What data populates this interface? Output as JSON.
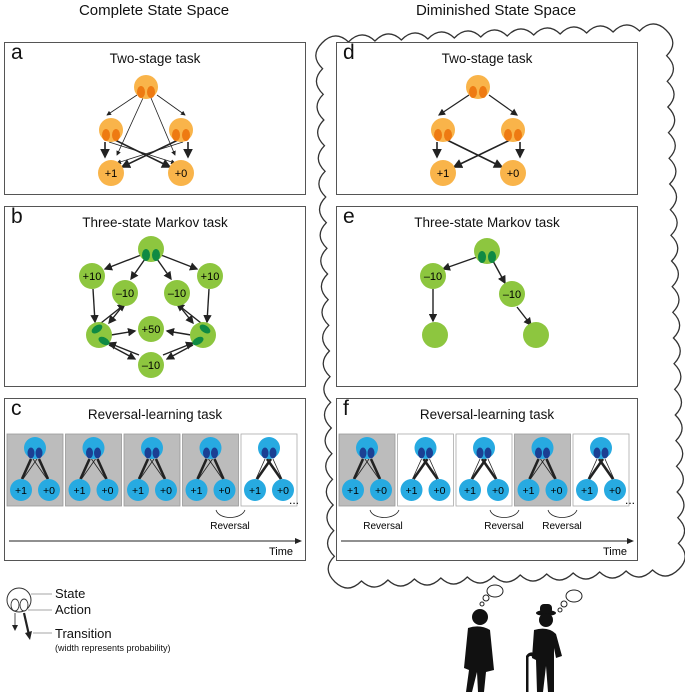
{
  "headers": {
    "left": "Complete State Space",
    "right": "Diminished State Space"
  },
  "panels": {
    "a": {
      "letter": "a",
      "title": "Two-stage task",
      "leaves": [
        "+1",
        "+0"
      ]
    },
    "b": {
      "letter": "b",
      "title": "Three-state Markov task",
      "values": [
        "+10",
        "+10",
        "–10",
        "–10",
        "+50",
        "–10"
      ]
    },
    "c": {
      "letter": "c",
      "title": "Reversal-learning task",
      "rewards": [
        "+1",
        "+0"
      ],
      "reversal": "Reversal",
      "ellipsis": "...",
      "time": "Time"
    },
    "d": {
      "letter": "d",
      "title": "Two-stage task",
      "leaves": [
        "+1",
        "+0"
      ]
    },
    "e": {
      "letter": "e",
      "title": "Three-state Markov task",
      "values": [
        "–10",
        "–10"
      ]
    },
    "f": {
      "letter": "f",
      "title": "Reversal-learning task",
      "rewards": [
        "+1",
        "+0"
      ],
      "reversal": "Reversal",
      "ellipsis": "...",
      "time": "Time"
    }
  },
  "legend": {
    "state": "State",
    "action": "Action",
    "transition": "Transition",
    "note": "(width represents probability)"
  },
  "colors": {
    "orange_state": "#f9b44a",
    "orange_action": "#ee7a12",
    "green_state": "#8dc63f",
    "green_action": "#0f8a43",
    "blue_state": "#27aae1",
    "blue_action": "#1b3f93",
    "gray_box": "#bcbcbc",
    "border": "#555555"
  }
}
